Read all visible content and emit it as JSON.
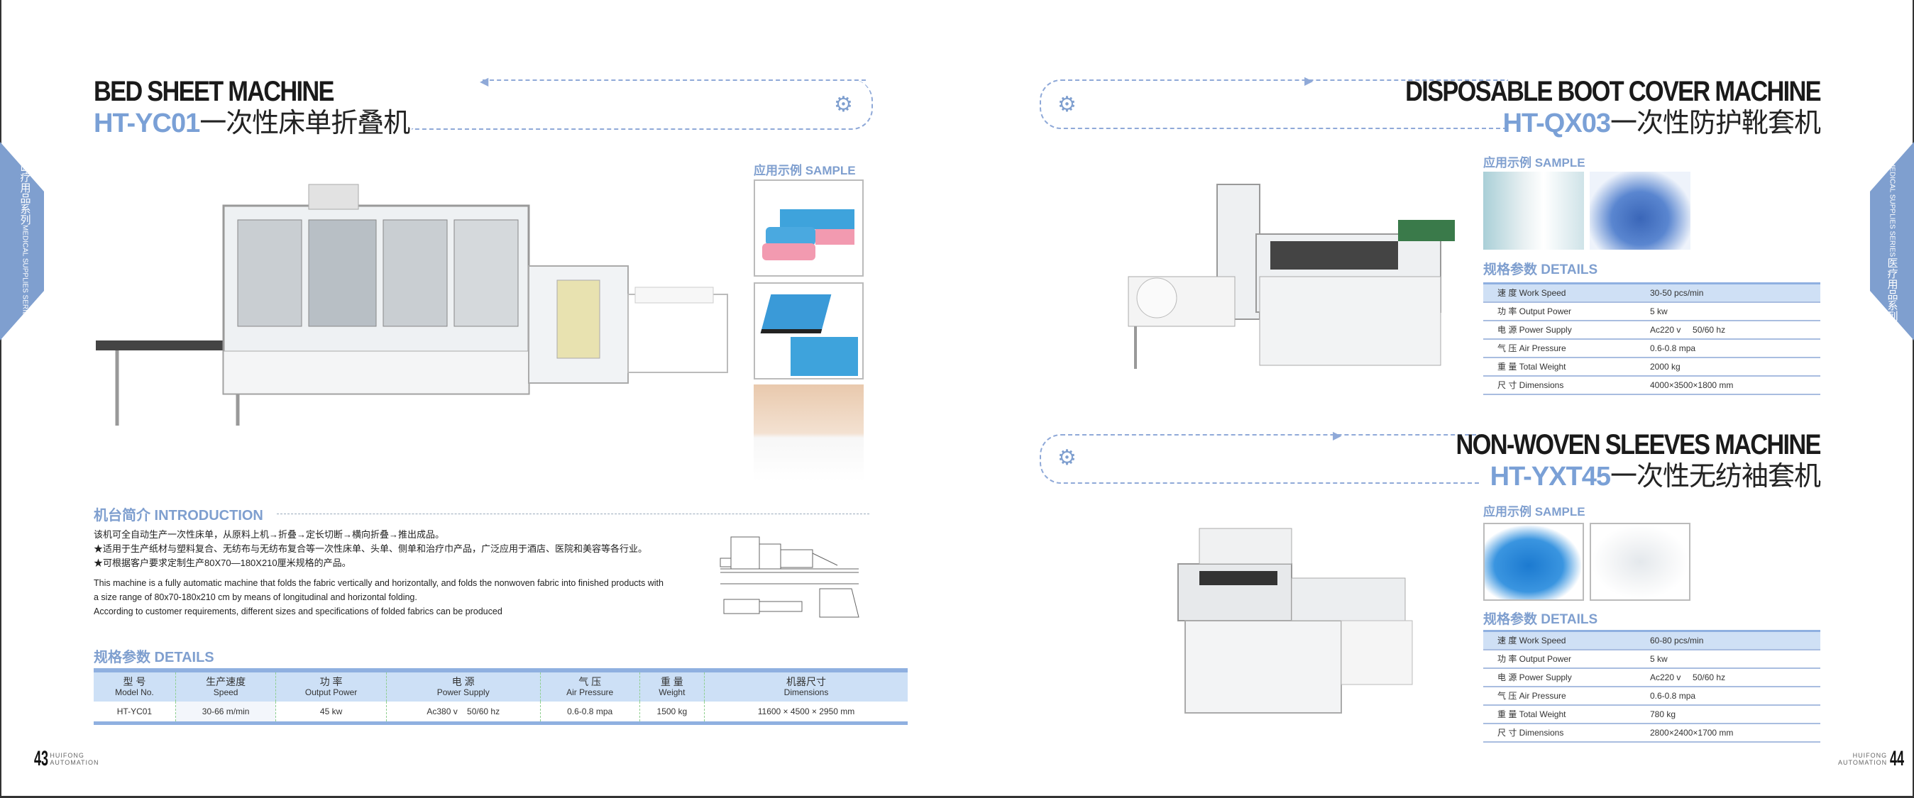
{
  "side_tab": {
    "cn": "医疗用品系列",
    "en": "MEDICAL SUPPLIES SERIES"
  },
  "footer": {
    "left_page": "43",
    "right_page": "44",
    "brand_line1": "HUIFONG",
    "brand_line2": "AUTOMATION"
  },
  "bed_sheet": {
    "title": "BED SHEET MACHINE",
    "code": "HT-YC01",
    "cn_name": "一次性床单折叠机",
    "sample_label": "应用示例 SAMPLE",
    "intro_label": "机台简介 INTRODUCTION",
    "intro_cn": [
      "该机可全自动生产一次性床单，从原料上机→折叠→定长切断→横向折叠→推出成品。",
      "★适用于生产纸材与塑料复合、无纺布与无纺布复合等一次性床单、头单、侧单和治疗巾产品，广泛应用于酒店、医院和美容等各行业。",
      "★可根据客户要求定制生产80X70—180X210厘米规格的产品。"
    ],
    "intro_en": [
      "This machine is a fully automatic machine that folds the fabric vertically and horizontally, and folds the nonwoven fabric into finished products with",
      "a size range of 80x70-180x210 cm by means of longitudinal and horizontal folding.",
      "According to customer requirements, different sizes and specifications of folded fabrics can be produced"
    ],
    "details_label": "规格参数 DETAILS",
    "headers": [
      {
        "cn": "型 号",
        "en": "Model No."
      },
      {
        "cn": "生产速度",
        "en": "Speed"
      },
      {
        "cn": "功 率",
        "en": "Output Power"
      },
      {
        "cn": "电 源",
        "en": "Power Supply"
      },
      {
        "cn": "气 压",
        "en": "Air Pressure"
      },
      {
        "cn": "重 量",
        "en": "Weight"
      },
      {
        "cn": "机器尺寸",
        "en": "Dimensions"
      }
    ],
    "row": [
      "HT-YC01",
      "30-66 m/min",
      "45 kw",
      "Ac380 v    50/60 hz",
      "0.6-0.8 mpa",
      "1500 kg",
      "11600 × 4500 × 2950 mm"
    ]
  },
  "boot_cover": {
    "title": "DISPOSABLE BOOT COVER MACHINE",
    "code": "HT-QX03",
    "cn_name": "一次性防护靴套机",
    "sample_label": "应用示例 SAMPLE",
    "details_label": "规格参数  DETAILS",
    "specs": [
      [
        "速  度 Work Speed",
        "30-50 pcs/min"
      ],
      [
        "功  率 Output Power",
        "5 kw"
      ],
      [
        "电  源 Power Supply",
        "Ac220 v     50/60 hz"
      ],
      [
        "气  压 Air Pressure",
        "0.6-0.8 mpa"
      ],
      [
        "重  量 Total Weight",
        "2000 kg"
      ],
      [
        "尺  寸 Dimensions",
        "4000×3500×1800 mm"
      ]
    ]
  },
  "sleeves": {
    "title": "NON-WOVEN SLEEVES MACHINE",
    "code": "HT-YXT45",
    "cn_name": "一次性无纺袖套机",
    "sample_label": "应用示例 SAMPLE",
    "details_label": "规格参数  DETAILS",
    "specs": [
      [
        "速  度 Work Speed",
        "60-80 pcs/min"
      ],
      [
        "功  率 Output Power",
        "5 kw"
      ],
      [
        "电  源 Power Supply",
        "Ac220 v     50/60 hz"
      ],
      [
        "气  压 Air Pressure",
        "0.6-0.8 mpa"
      ],
      [
        "重  量 Total Weight",
        "780 kg"
      ],
      [
        "尺  寸 Dimensions",
        "2800×2400×1700 mm"
      ]
    ]
  },
  "colors": {
    "accent": "#7f9fcf",
    "table_header": "#cde0f6"
  }
}
